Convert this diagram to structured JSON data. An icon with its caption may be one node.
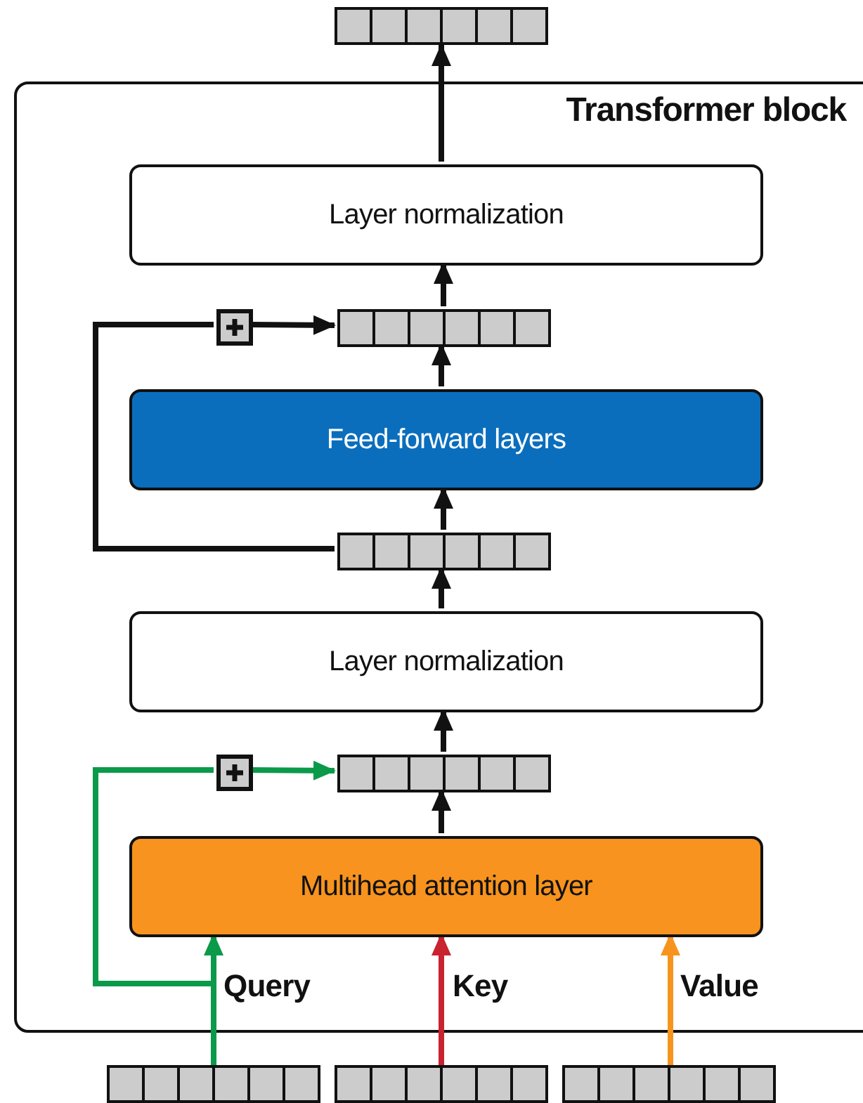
{
  "diagram": {
    "nodes": [
      {
        "text": [
          "Transformer block"
        ]
      },
      {
        "text": [],
        "shape": "bar"
      },
      {
        "text": [
          "Layer normalization"
        ],
        "in": 0
      },
      {
        "text": [],
        "shape": "bar",
        "in": 0
      },
      {
        "text": [
          "Feed-forward layers"
        ],
        "in": 0
      },
      {
        "text": [],
        "shape": "box",
        "in": 0
      },
      {
        "text": [],
        "shape": "bar",
        "in": 0
      },
      {
        "text": [
          "Layer normalization"
        ],
        "in": 0
      },
      {
        "text": [],
        "shape": "bar",
        "in": 0
      },
      {
        "text": [],
        "shape": "box",
        "in": 0
      },
      {
        "text": [
          "Multihead attention layer"
        ],
        "in": 0
      },
      {
        "text": [],
        "shape": "bar"
      },
      {
        "text": [],
        "shape": "bar"
      },
      {
        "text": [],
        "shape": "bar"
      }
    ],
    "edges": [
      {
        "from": 2,
        "to": 1,
        "arrow": "to"
      },
      {
        "from": 3,
        "to": 2,
        "arrow": "to"
      },
      {
        "from": 4,
        "to": 3,
        "arrow": "to"
      },
      {
        "from": 6,
        "to": 4,
        "arrow": "to"
      },
      {
        "from": 6,
        "to": 5,
        "arrow": "none"
      },
      {
        "from": 5,
        "to": 3,
        "arrow": "to"
      },
      {
        "from": 7,
        "to": 6,
        "arrow": "to"
      },
      {
        "from": 8,
        "to": 7,
        "arrow": "to"
      },
      {
        "from": 10,
        "to": 8,
        "arrow": "to"
      },
      {
        "from": 11,
        "to": 10,
        "arrow": "to",
        "label": "Query",
        "color": "#0a9a4a"
      },
      {
        "from": 11,
        "to": 9,
        "arrow": "none",
        "color": "#0a9a4a"
      },
      {
        "from": 9,
        "to": 8,
        "arrow": "to",
        "color": "#0a9a4a"
      },
      {
        "from": 12,
        "to": 10,
        "arrow": "to",
        "label": "Key",
        "color": "#c8232f"
      },
      {
        "from": 13,
        "to": 10,
        "arrow": "to",
        "label": "Value",
        "color": "#f7941d"
      }
    ]
  }
}
